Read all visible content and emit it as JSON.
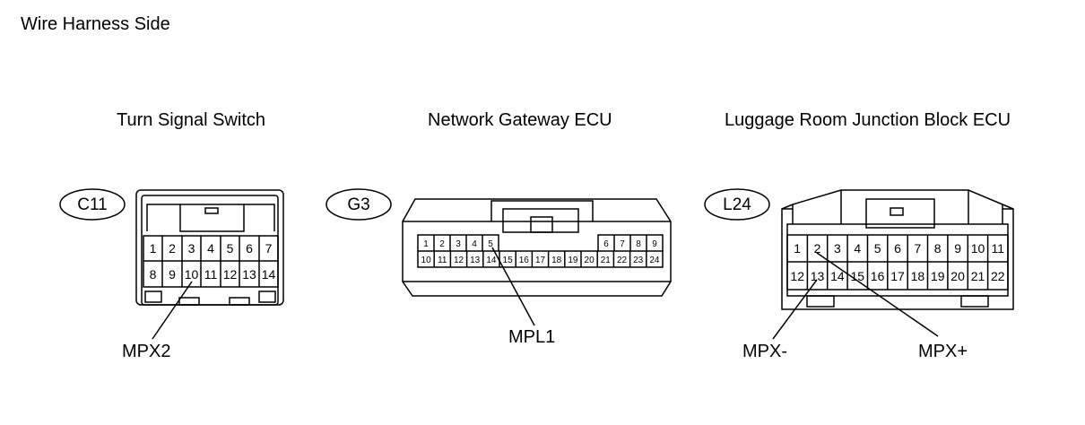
{
  "page": {
    "title": "Wire Harness Side"
  },
  "connectors": [
    {
      "name": "Turn Signal Switch",
      "code": "C11",
      "pins_top": [
        "1",
        "2",
        "3",
        "4",
        "5",
        "6",
        "7"
      ],
      "pins_bottom": [
        "8",
        "9",
        "10",
        "11",
        "12",
        "13",
        "14"
      ],
      "wires": [
        {
          "label": "MPX2",
          "pin": "10"
        }
      ]
    },
    {
      "name": "Network Gateway ECU",
      "code": "G3",
      "pins_top_left": [
        "1",
        "2",
        "3",
        "4",
        "5"
      ],
      "pins_top_right": [
        "6",
        "7",
        "8",
        "9"
      ],
      "pins_bottom": [
        "10",
        "11",
        "12",
        "13",
        "14",
        "15",
        "16",
        "17",
        "18",
        "19",
        "20",
        "21",
        "22",
        "23",
        "24"
      ],
      "wires": [
        {
          "label": "MPL1",
          "pin": "5"
        }
      ]
    },
    {
      "name": "Luggage Room Junction Block ECU",
      "code": "L24",
      "pins_top": [
        "1",
        "2",
        "3",
        "4",
        "5",
        "6",
        "7",
        "8",
        "9",
        "10",
        "11"
      ],
      "pins_bottom": [
        "12",
        "13",
        "14",
        "15",
        "16",
        "17",
        "18",
        "19",
        "20",
        "21",
        "22"
      ],
      "wires": [
        {
          "label": "MPX-",
          "pin": "13"
        },
        {
          "label": "MPX+",
          "pin": "2"
        }
      ]
    }
  ]
}
